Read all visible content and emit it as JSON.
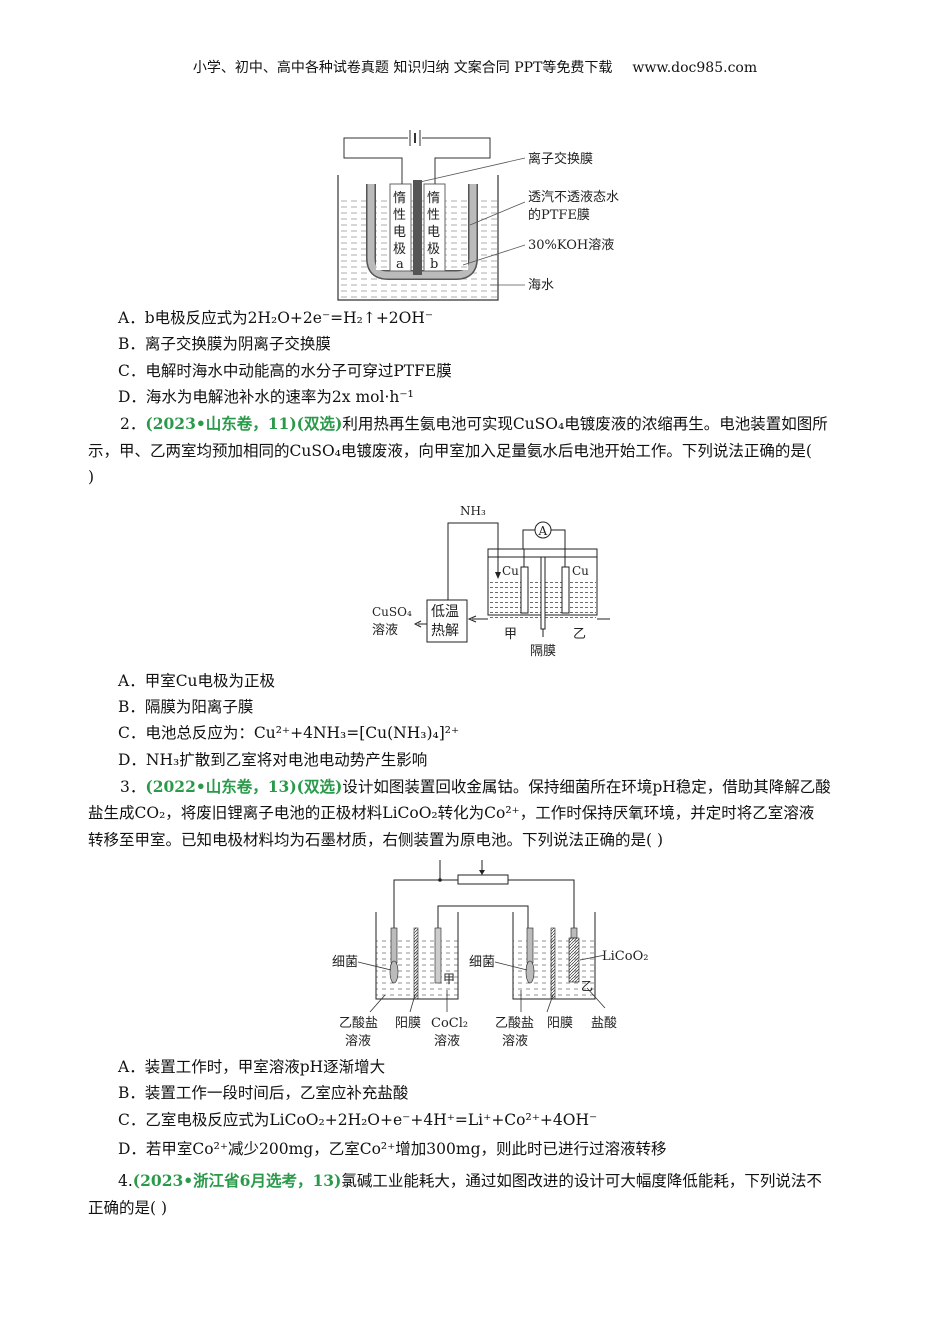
{
  "header": {
    "left": "小学、初中、高中各种试卷真题 知识归纳 文案合同 PPT等免费下载",
    "right": "www.doc985.com"
  },
  "fig1": {
    "labels": [
      "离子交换膜",
      "透汽不透液态水",
      "的PTFE膜",
      "30%KOH溶液",
      "海水"
    ],
    "electrode_a": [
      "惰",
      "性",
      "电",
      "极",
      "a"
    ],
    "electrode_b": [
      "惰",
      "性",
      "电",
      "极",
      "b"
    ]
  },
  "q1": {
    "options": [
      "A．b电极反应式为2H₂O+2e⁻=H₂↑+2OH⁻",
      "B．离子交换膜为阴离子交换膜",
      "C．电解时海水中动能高的水分子可穿过PTFE膜",
      "D．海水为电解池补水的速率为2x mol·h⁻¹"
    ]
  },
  "q2": {
    "number": "2．",
    "source": "(2023•山东卷，11)(双选)",
    "stem1": "利用热再生氨电池可实现CuSO₄电镀废液的浓缩再生。电池装置如图所",
    "stem2": "示，甲、乙两室均预加相同的CuSO₄电镀废液，向甲室加入足量氨水后电池开始工作。下列说法正确的是(",
    "stem3": ")",
    "options": [
      "A．甲室Cu电极为正极",
      "B．隔膜为阳离子膜",
      "C．电池总反应为：Cu²⁺+4NH₃=[Cu(NH₃)₄]²⁺",
      "D．NH₃扩散到乙室将对电池电动势产生影响"
    ]
  },
  "fig2": {
    "nh3": "NH₃",
    "ammeter": "A",
    "cu_left": "Cu",
    "cu_right": "Cu",
    "cuso4": "CuSO₄",
    "solution": "溶液",
    "box1": "低温",
    "box2": "热解",
    "jia": "甲",
    "yi": "乙",
    "membrane": "隔膜"
  },
  "q3": {
    "number": "3．",
    "source": "(2022•山东卷，13)(双选)",
    "stem1": "设计如图装置回收金属钴。保持细菌所在环境pH稳定，借助其降解乙酸",
    "stem2": "盐生成CO₂，将废旧锂离子电池的正极材料LiCoO₂转化为Co²⁺，工作时保持厌氧环境，并定时将乙室溶液",
    "stem3": "转移至甲室。已知电极材料均为石墨材质，右侧装置为原电池。下列说法正确的是(    )",
    "options": [
      "A．装置工作时，甲室溶液pH逐渐增大",
      "B．装置工作一段时间后，乙室应补充盐酸",
      "C．乙室电极反应式为LiCoO₂+2H₂O+e⁻+4H⁺=Li⁺+Co²⁺+4OH⁻",
      "D．若甲室Co²⁺减少200mg，乙室Co²⁺增加300mg，则此时已进行过溶液转移"
    ]
  },
  "fig3": {
    "bacteria": "细菌",
    "licoo2": "LiCoO₂",
    "jia": "甲",
    "yi": "乙",
    "acetate": "乙酸盐",
    "solution": "溶液",
    "cation_membrane": "阳膜",
    "cocl2": "CoCl₂",
    "hcl": "盐酸"
  },
  "q4": {
    "number": "4.",
    "source": "(2023•浙江省6月选考，13)",
    "stem1": "氯碱工业能耗大，通过如图改进的设计可大幅度降低能耗，下列说法不",
    "stem2": "正确的是(    )"
  },
  "colors": {
    "source": "#2a9a4a"
  }
}
